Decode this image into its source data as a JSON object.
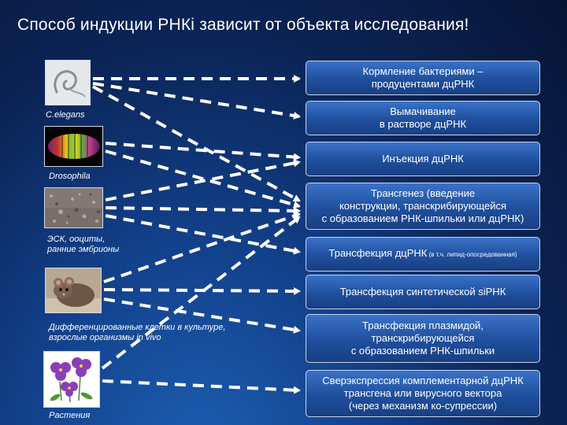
{
  "title": "Способ индукции РНКi зависит от объекта исследования!",
  "organisms": [
    {
      "label": "C.elegans",
      "image": "c-elegans-worm-image"
    },
    {
      "label": "Drosophila",
      "image": "drosophila-embryo-image"
    },
    {
      "label_line1": "ЭСК, ооциты,",
      "label_line2": "ранние эмбрионы",
      "image": "oocyte-micrograph-image"
    },
    {
      "label_line1": "Дифференцированные  клетки в культуре,",
      "label_line2": "взрослые организмы in vivo",
      "image": "mouse-image"
    },
    {
      "label": "Растения",
      "image": "violet-flowers-image"
    }
  ],
  "methods": [
    {
      "line1": "Кормление бактериями –",
      "line2": "продуцентами дцРНК"
    },
    {
      "line1": "Вымачивание",
      "line2": "в растворе дцРНК"
    },
    {
      "line1": "Инъекция дцРНК"
    },
    {
      "line1": "Трансгенез (введение",
      "line2": "конструкции, транскрибирующейся",
      "line3": "с образованием РНК-шпильки или дцРНК)"
    },
    {
      "main": "Трансфекция дцРНК",
      "small": " (в т.ч. липид-опосредованная)"
    },
    {
      "line1": "Трансфекция синтетической siРНК"
    },
    {
      "line1": "Трансфекция плазмидой,",
      "line2": "транскрибирующейся",
      "line3": "с образованием РНК-шпильки"
    },
    {
      "line1": "Сверэкспрессия комплементарной дцРНК",
      "line2": "трансгена или вирусного вектора",
      "line3": "(через механизм ко-супрессии)"
    }
  ],
  "colors": {
    "arrow": "#ffffff",
    "box_border": "#c9d3e6"
  }
}
